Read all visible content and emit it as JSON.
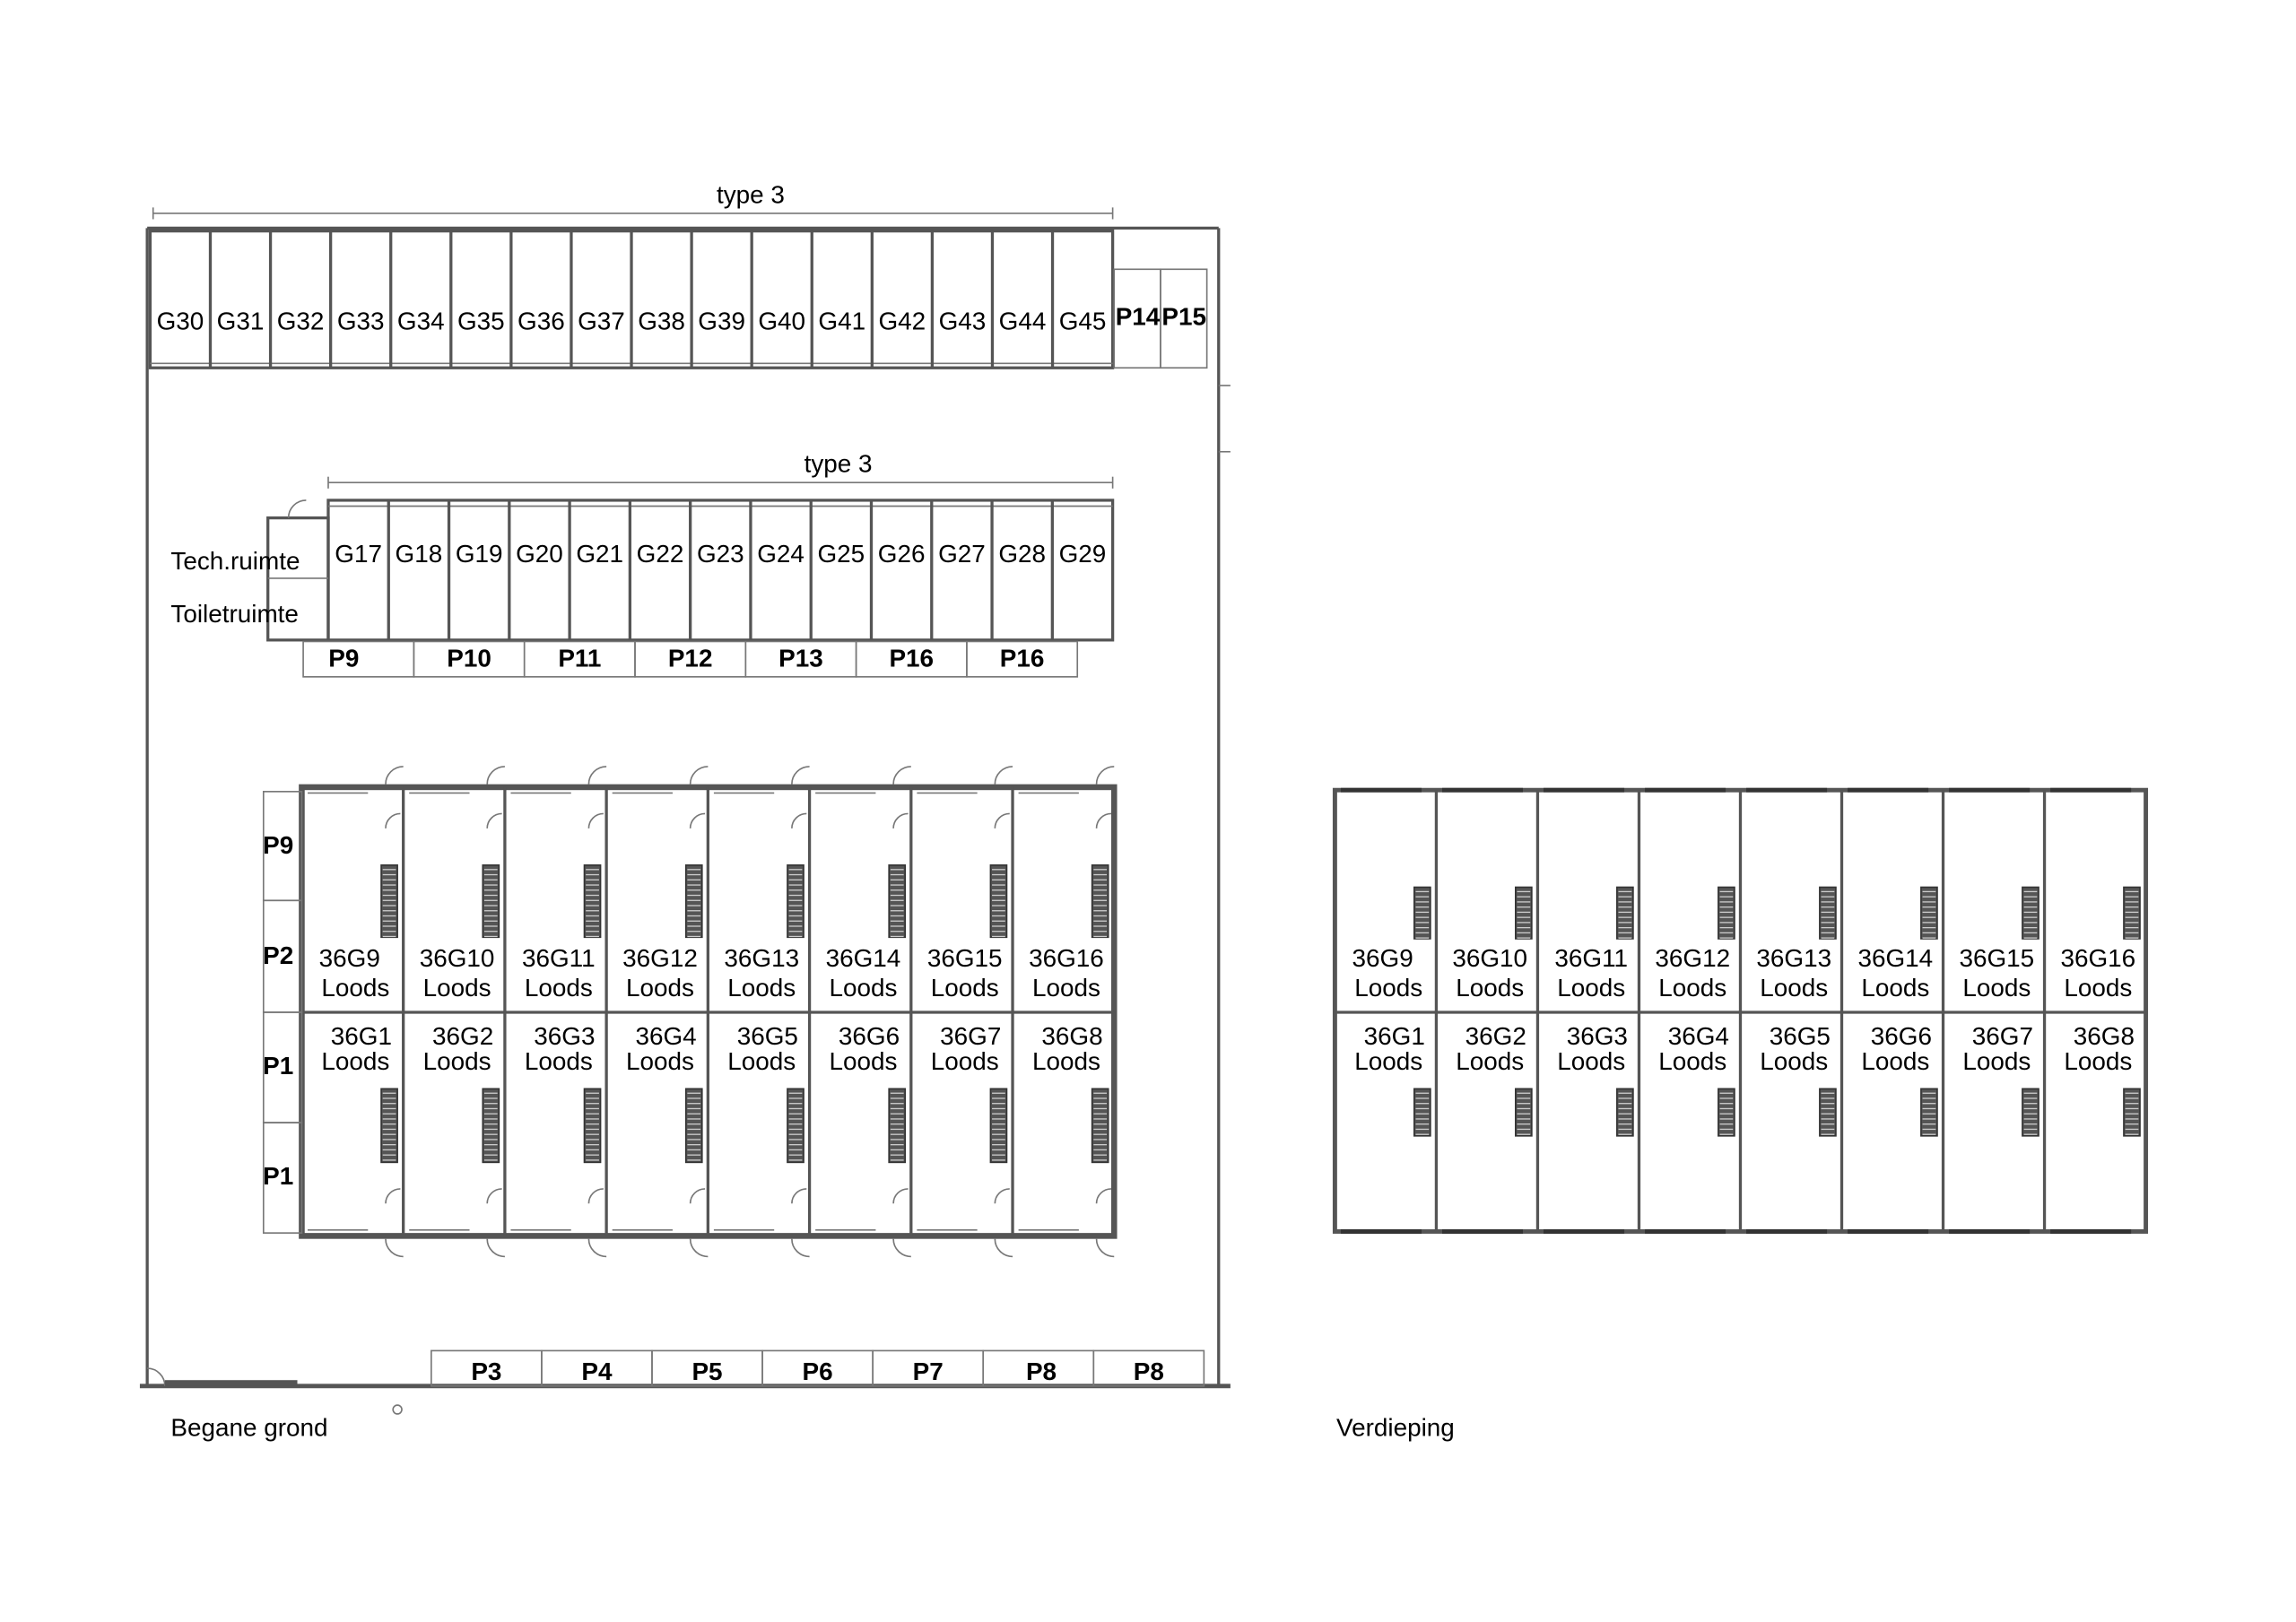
{
  "ground_floor": {
    "caption": "Begane grond",
    "top_row": {
      "dimension_label": "type 3",
      "units": [
        "G30",
        "G31",
        "G32",
        "G33",
        "G34",
        "G35",
        "G36",
        "G37",
        "G38",
        "G39",
        "G40",
        "G41",
        "G42",
        "G43",
        "G44",
        "G45"
      ],
      "parking": [
        "P14",
        "P15"
      ]
    },
    "middle_row": {
      "dimension_label": "type 3",
      "rooms": [
        "Tech.ruimte",
        "Toiletruimte"
      ],
      "units": [
        "G17",
        "G18",
        "G19",
        "G20",
        "G21",
        "G22",
        "G23",
        "G24",
        "G25",
        "G26",
        "G27",
        "G28",
        "G29"
      ],
      "parking": [
        "P9",
        "P10",
        "P11",
        "P12",
        "P13",
        "P16",
        "P16"
      ]
    },
    "loods_block": {
      "side_parking": [
        "P9",
        "P2",
        "P1",
        "P1"
      ],
      "upper_units": [
        "36G9",
        "36G10",
        "36G11",
        "36G12",
        "36G13",
        "36G14",
        "36G15",
        "36G16"
      ],
      "lower_units": [
        "36G1",
        "36G2",
        "36G3",
        "36G4",
        "36G5",
        "36G6",
        "36G7",
        "36G8"
      ],
      "unit_type": "Loods"
    },
    "bottom_parking": [
      "P3",
      "P4",
      "P5",
      "P6",
      "P7",
      "P8",
      "P8"
    ]
  },
  "upper_floor": {
    "caption": "Verdieping",
    "upper_units": [
      "36G9",
      "36G10",
      "36G11",
      "36G12",
      "36G13",
      "36G14",
      "36G15",
      "36G16"
    ],
    "lower_units": [
      "36G1",
      "36G2",
      "36G3",
      "36G4",
      "36G5",
      "36G6",
      "36G7",
      "36G8"
    ],
    "unit_type": "Loods"
  }
}
